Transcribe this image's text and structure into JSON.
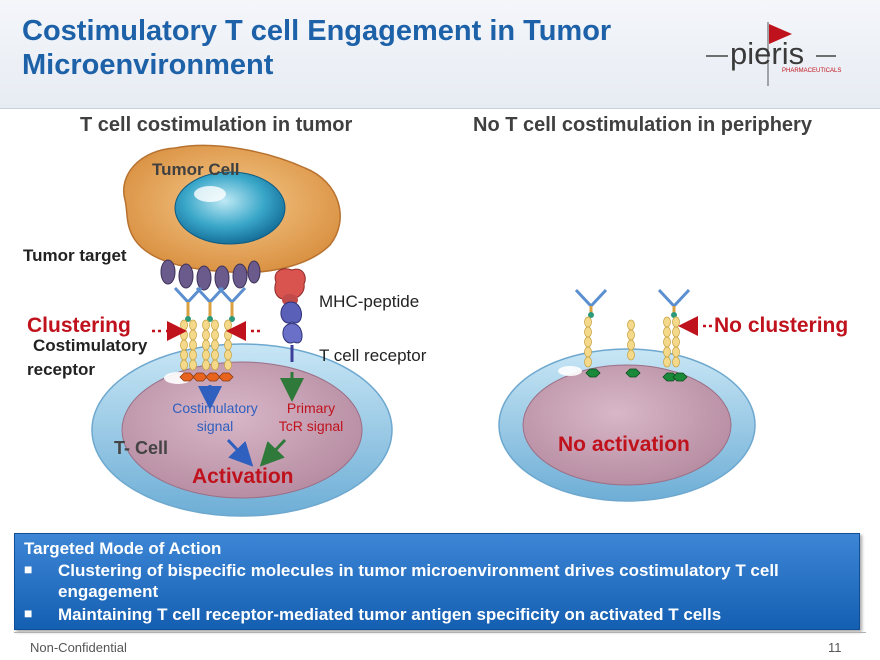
{
  "title": "Costimulatory T cell Engagement in Tumor Microenvironment",
  "logo": {
    "name": "pieris",
    "tagline": "PHARMACEUTICALS"
  },
  "left_panel": {
    "heading": "T cell costimulation in tumor",
    "tumor_cell": "Tumor Cell",
    "tumor_target": "Tumor target",
    "clustering": "Clustering",
    "costim_receptor_line1": "Costimulatory",
    "costim_receptor_line2": "receptor",
    "mhc_peptide": "MHC-peptide",
    "tcr": "T cell receptor",
    "costim_signal_line1": "Costimulatory",
    "costim_signal_line2": "signal",
    "primary_line1": "Primary",
    "primary_line2": "TcR signal",
    "tcell": "T- Cell",
    "activation": "Activation"
  },
  "right_panel": {
    "heading": "No T cell costimulation in periphery",
    "no_clustering": "No clustering",
    "no_activation": "No activation"
  },
  "moa_box": {
    "heading": "Targeted Mode of Action",
    "bullets": [
      "Clustering of bispecific molecules in tumor microenvironment drives costimulatory T cell engagement",
      "Maintaining T cell receptor-mediated tumor antigen specificity on activated T cells"
    ]
  },
  "footer": {
    "left": "Non-Confidential",
    "page": "11"
  },
  "colors": {
    "title_blue": "#1d61a8",
    "red": "#c0121c",
    "box_blue": "#2a74c6",
    "tumor_orange": "#e8a85a",
    "tcell_pink": "#c9a0b4"
  }
}
